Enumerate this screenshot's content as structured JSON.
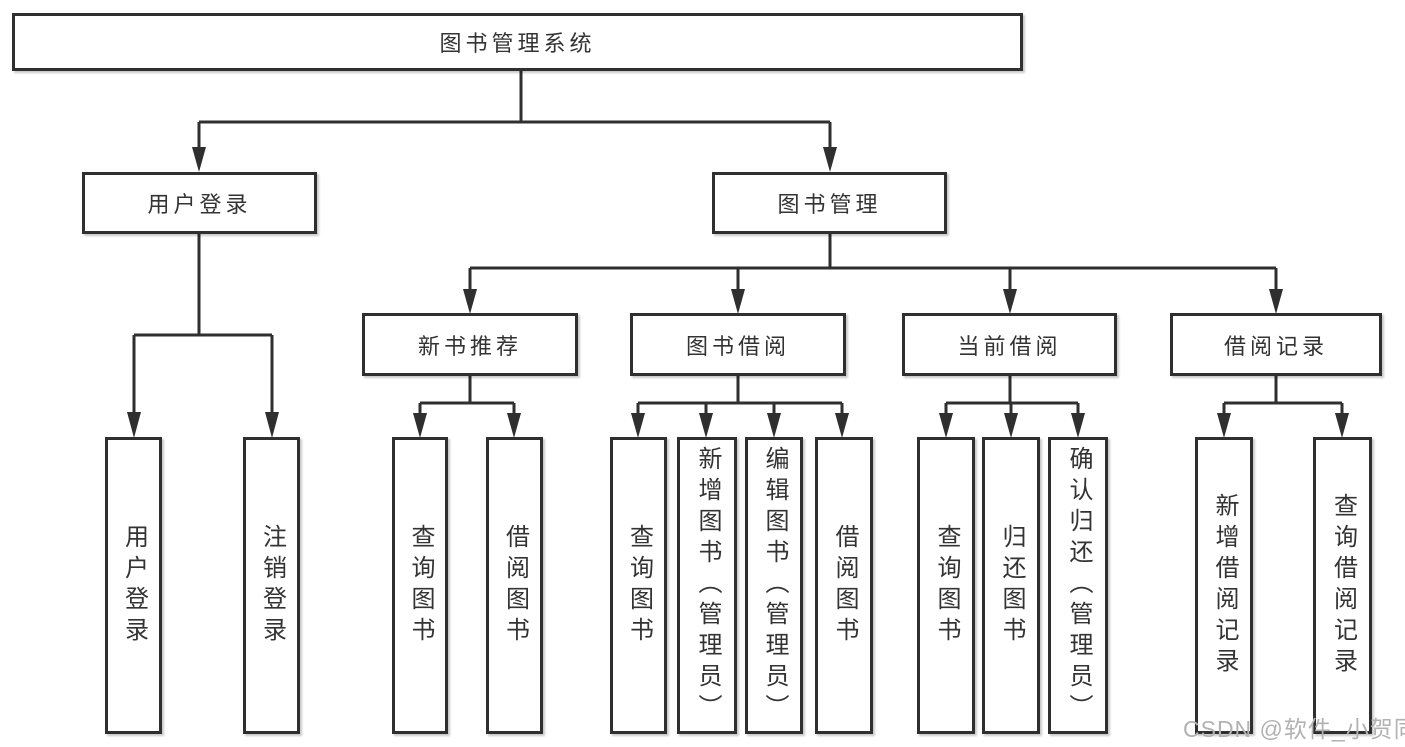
{
  "colors": {
    "line": "#2f2f2f",
    "box_border": "#2f2f2f",
    "text": "#333333",
    "background": "#ffffff",
    "watermark": "#b2b2b2"
  },
  "root": {
    "label": "图书管理系统"
  },
  "groups": [
    {
      "label": "用户登录",
      "children": [
        {
          "label": "用户登录"
        },
        {
          "label": "注销登录"
        }
      ]
    },
    {
      "label": "图书管理",
      "sections": [
        {
          "label": "新书推荐",
          "children": [
            {
              "label": "查询图书"
            },
            {
              "label": "借阅图书"
            }
          ]
        },
        {
          "label": "图书借阅",
          "children": [
            {
              "label": "查询图书"
            },
            {
              "label": "新增图书（管理员）"
            },
            {
              "label": "编辑图书（管理员）"
            },
            {
              "label": "借阅图书"
            }
          ]
        },
        {
          "label": "当前借阅",
          "children": [
            {
              "label": "查询图书"
            },
            {
              "label": "归还图书"
            },
            {
              "label": "确认归还（管理员）"
            }
          ]
        },
        {
          "label": "借阅记录",
          "children": [
            {
              "label": "新增借阅记录"
            },
            {
              "label": "查询借阅记录"
            }
          ]
        }
      ]
    }
  ],
  "watermark": {
    "text": "CSDN @软件_小贺同学"
  }
}
